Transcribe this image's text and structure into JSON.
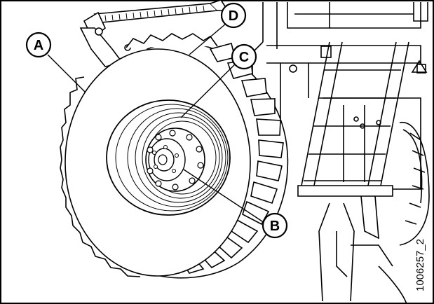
{
  "figure": {
    "id": "1006257_2",
    "callouts": [
      {
        "key": "a",
        "letter": "A"
      },
      {
        "key": "b",
        "letter": "B"
      },
      {
        "key": "c",
        "letter": "C"
      },
      {
        "key": "d",
        "letter": "D"
      }
    ]
  },
  "colors": {
    "line": "#000000",
    "fill": "#ffffff"
  }
}
